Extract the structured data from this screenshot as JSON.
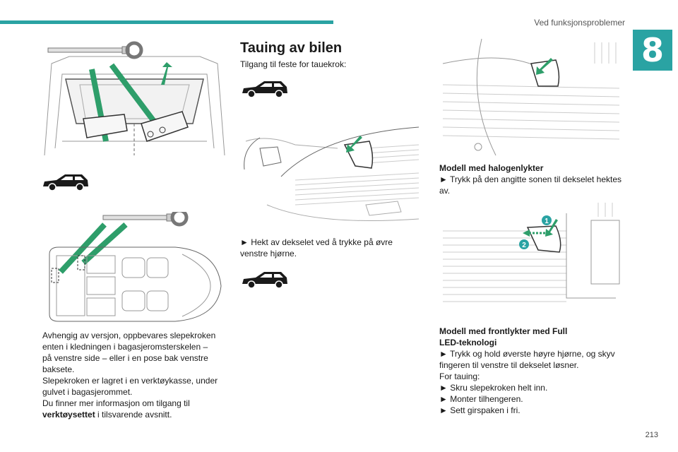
{
  "header": {
    "section": "Ved funksjonsproblemer",
    "chapter_number": "8"
  },
  "footer": {
    "page_number": "213"
  },
  "left": {
    "text_lines": [
      "Avhengig av versjon, oppbevares slepekroken",
      "enten i kledningen i bagasjeromsterskelen –",
      "på venstre side – eller i en pose bak venstre",
      "baksete.",
      "Slepekroken er lagret i en verktøykasse, under",
      "gulvet i bagasjerommet.",
      "Du finner mer informasjon om tilgang til"
    ],
    "last_bold": "verktøysettet",
    "last_rest": " i tilsvarende avsnitt."
  },
  "middle": {
    "title": "Tauing av bilen",
    "intro": "Tilgang til feste for tauekrok:",
    "step1_line1": "► Hekt av dekselet ved å trykke på øvre",
    "step1_line2": "venstre hjørne."
  },
  "right": {
    "halogen_caption": "Modell med halogenlykter",
    "halogen_line1": "► Trykk på den angitte sonen til dekselet hektes",
    "halogen_line2": "av.",
    "led_caption1": "Modell med frontlykter med Full",
    "led_caption2": "LED-teknologi",
    "led_lines": [
      "► Trykk og hold øverste høyre hjørne, og skyv",
      "fingeren til venstre til dekselet løsner.",
      "For tauing:",
      "► Skru slepekroken helt inn.",
      "► Monter tilhengeren.",
      "► Sett girspaken i fri."
    ],
    "marker_1": "1",
    "marker_2": "2"
  },
  "colors": {
    "accent": "#2aa3a3",
    "arrow_green": "#2e9e6a"
  }
}
